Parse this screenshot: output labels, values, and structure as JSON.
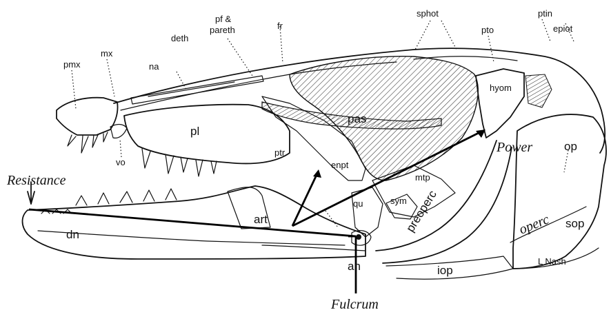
{
  "diagram": {
    "labels": {
      "pmx": "pmx",
      "mx": "mx",
      "na": "na",
      "deth": "deth",
      "pf": "pf &",
      "pareth": "pareth",
      "fr": "fr",
      "sphot": "sphot",
      "pto": "pto",
      "ptin": "ptin",
      "epiot": "epiot",
      "hyom": "hyom",
      "pl": "pl",
      "ptr": "ptr",
      "pas": "pas",
      "enpt": "enpt",
      "op": "op",
      "vo": "vo",
      "mtp": "mtp",
      "sym": "sym",
      "qu": "qu",
      "preoperc": "preoperc",
      "operc": "operc",
      "sop": "sop",
      "dn": "dn",
      "art": "art",
      "an": "an",
      "iop": "iop",
      "signature": "L Nash"
    },
    "forces": {
      "resistance": "Resistance",
      "power": "Power",
      "fulcrum": "Fulcrum"
    }
  }
}
